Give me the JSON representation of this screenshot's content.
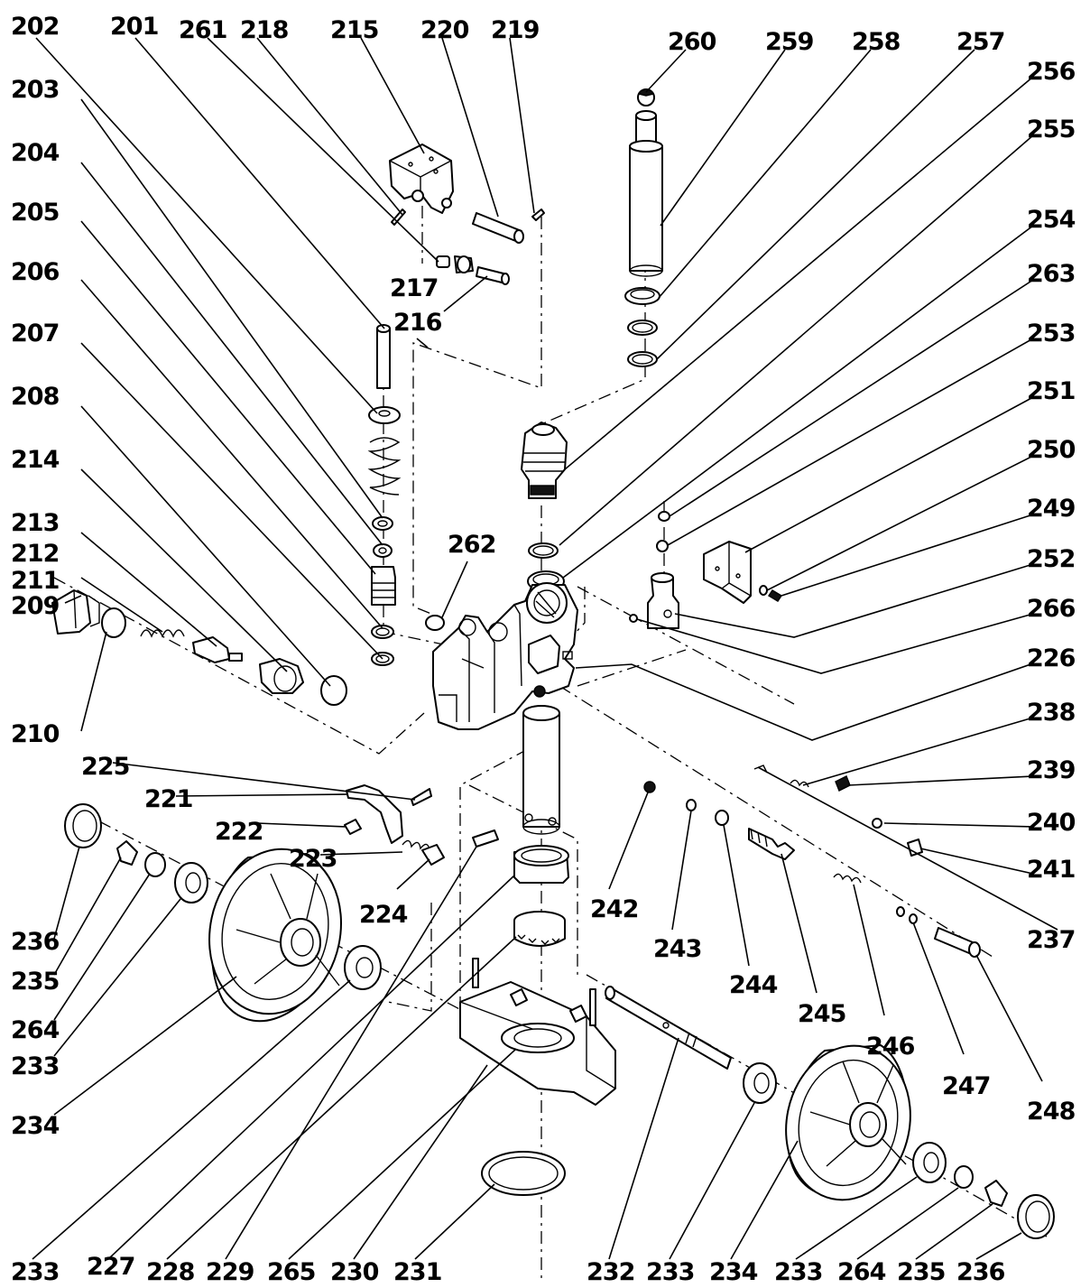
{
  "diagram": {
    "labels": {
      "l202": "202",
      "l201": "201",
      "l261": "261",
      "l218": "218",
      "l215": "215",
      "l220": "220",
      "l219": "219",
      "l260": "260",
      "l259": "259",
      "l258": "258",
      "l257": "257",
      "l256": "256",
      "l255": "255",
      "l254": "254",
      "l263": "263",
      "l253": "253",
      "l251": "251",
      "l250": "250",
      "l249": "249",
      "l252": "252",
      "l266": "266",
      "l226": "226",
      "l238": "238",
      "l239": "239",
      "l240": "240",
      "l241": "241",
      "l237": "237",
      "l203": "203",
      "l204": "204",
      "l205": "205",
      "l206": "206",
      "l207": "207",
      "l208": "208",
      "l214": "214",
      "l213": "213",
      "l212": "212",
      "l211": "211",
      "l209": "209",
      "l210": "210",
      "l217": "217",
      "l216": "216",
      "l262": "262",
      "l225": "225",
      "l221": "221",
      "l222": "222",
      "l223": "223",
      "l224": "224",
      "l242": "242",
      "l243": "243",
      "l244": "244",
      "l245": "245",
      "l246": "246",
      "l247": "247",
      "l248": "248",
      "l236a": "236",
      "l235a": "235",
      "l264a": "264",
      "l233a": "233",
      "l234a": "234",
      "b233": "233",
      "b227": "227",
      "b228": "228",
      "b229": "229",
      "b265": "265",
      "b230": "230",
      "b231": "231",
      "b232": "232",
      "b233b": "233",
      "b234": "234",
      "b233c": "233",
      "b264": "264",
      "b235": "235",
      "b236": "236"
    }
  }
}
